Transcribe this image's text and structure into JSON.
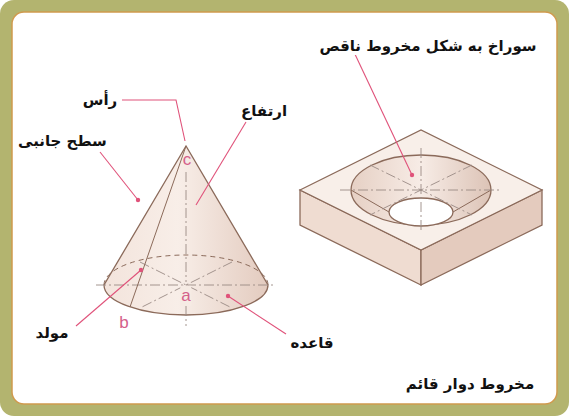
{
  "diagram": {
    "labels": [
      "سوراخ به شکل مخروط ناقص",
      "رأس",
      "c",
      "ارتفاع",
      "سطح جانبی",
      "مولد",
      "a",
      "b",
      "قاعده",
      "مخروط دوار قائم"
    ]
  }
}
